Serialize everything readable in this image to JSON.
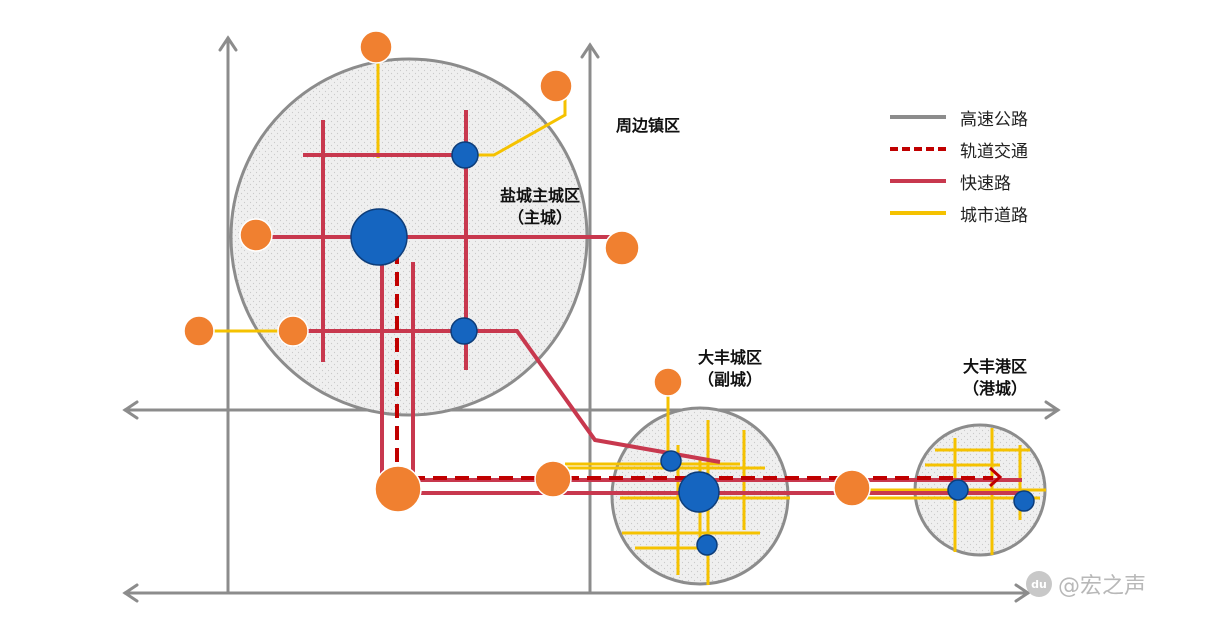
{
  "zones": {
    "periphery": "周边镇区",
    "main_city": {
      "name": "盐城主城区",
      "sub": "（主城）"
    },
    "dafeng_city": {
      "name": "大丰城区",
      "sub": "（副城）"
    },
    "dafeng_port": {
      "name": "大丰港区",
      "sub": "（港城）"
    }
  },
  "legend": [
    {
      "label": "高速公路",
      "color": "#8c8c8c",
      "style": "solid"
    },
    {
      "label": "轨道交通",
      "color": "#c00000",
      "style": "dashed"
    },
    {
      "label": "快速路",
      "color": "#c8384e",
      "style": "solid"
    },
    {
      "label": "城市道路",
      "color": "#f5c200",
      "style": "solid"
    }
  ],
  "colors": {
    "highway": "#8c8c8c",
    "rail": "#c00000",
    "expressway": "#c8384e",
    "urban_road": "#f5c200",
    "node_major": "#1565c0",
    "node_minor": "#f08030",
    "zone_fill": "#ebebeb"
  },
  "watermark": {
    "icon": "baidu-paw-icon",
    "badge": "du",
    "text": "@宏之声"
  }
}
